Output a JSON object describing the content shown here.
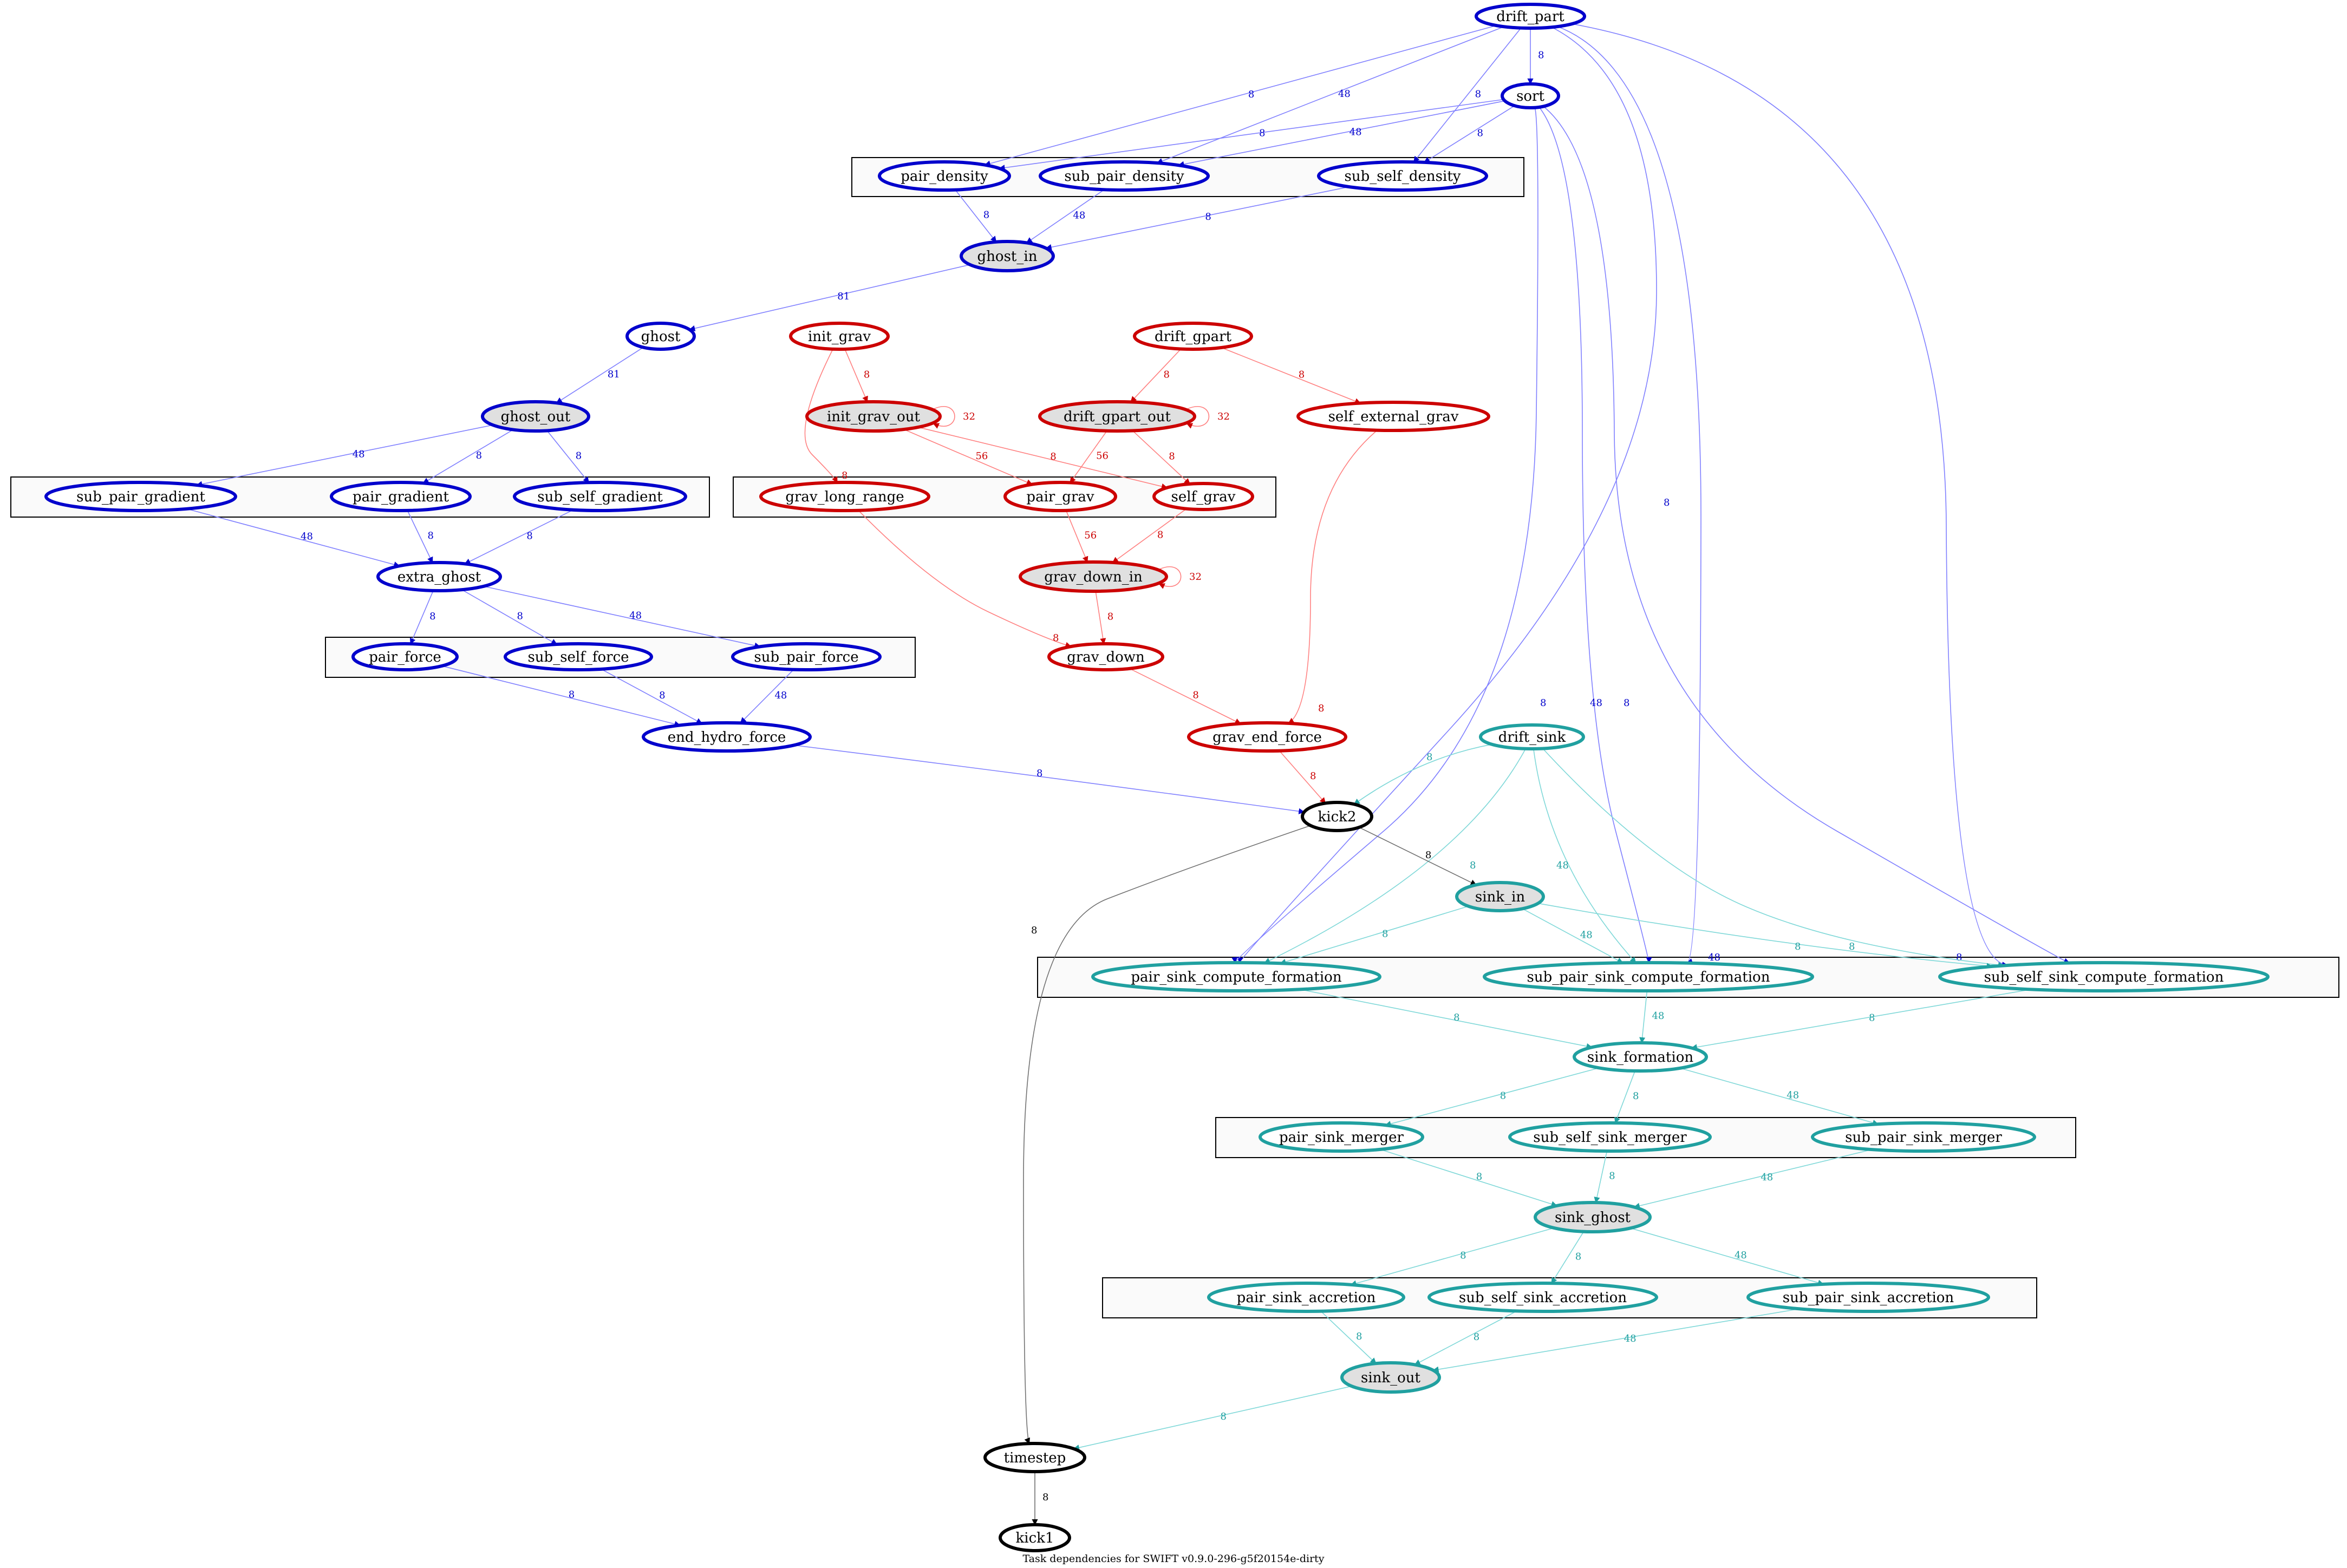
{
  "caption": "Task dependencies for SWIFT v0.9.0-296-g5f20154e-dirty",
  "colors": {
    "hydro": "#0000cc",
    "grav": "#cc0000",
    "sink": "#20a0a0",
    "other": "#000000",
    "hydro_edge": "#8080ff",
    "grav_edge": "#ff8080",
    "sink_edge": "#7fd8d8",
    "other_edge": "#707070",
    "implicit_fill": "#e0e0e0"
  },
  "nodes": [
    {
      "id": "drift_part",
      "label": "drift_part",
      "group": "hydro",
      "implicit": false
    },
    {
      "id": "sort",
      "label": "sort",
      "group": "hydro",
      "implicit": false
    },
    {
      "id": "pair_density",
      "label": "pair_density",
      "group": "hydro",
      "implicit": false
    },
    {
      "id": "sub_pair_density",
      "label": "sub_pair_density",
      "group": "hydro",
      "implicit": false
    },
    {
      "id": "sub_self_density",
      "label": "sub_self_density",
      "group": "hydro",
      "implicit": false
    },
    {
      "id": "ghost_in",
      "label": "ghost_in",
      "group": "hydro",
      "implicit": true
    },
    {
      "id": "ghost",
      "label": "ghost",
      "group": "hydro",
      "implicit": false
    },
    {
      "id": "ghost_out",
      "label": "ghost_out",
      "group": "hydro",
      "implicit": true
    },
    {
      "id": "sub_pair_gradient",
      "label": "sub_pair_gradient",
      "group": "hydro",
      "implicit": false
    },
    {
      "id": "pair_gradient",
      "label": "pair_gradient",
      "group": "hydro",
      "implicit": false
    },
    {
      "id": "sub_self_gradient",
      "label": "sub_self_gradient",
      "group": "hydro",
      "implicit": false
    },
    {
      "id": "extra_ghost",
      "label": "extra_ghost",
      "group": "hydro",
      "implicit": false
    },
    {
      "id": "pair_force",
      "label": "pair_force",
      "group": "hydro",
      "implicit": false
    },
    {
      "id": "sub_self_force",
      "label": "sub_self_force",
      "group": "hydro",
      "implicit": false
    },
    {
      "id": "sub_pair_force",
      "label": "sub_pair_force",
      "group": "hydro",
      "implicit": false
    },
    {
      "id": "end_hydro_force",
      "label": "end_hydro_force",
      "group": "hydro",
      "implicit": false
    },
    {
      "id": "init_grav",
      "label": "init_grav",
      "group": "grav",
      "implicit": false
    },
    {
      "id": "init_grav_out",
      "label": "init_grav_out",
      "group": "grav",
      "implicit": true
    },
    {
      "id": "drift_gpart",
      "label": "drift_gpart",
      "group": "grav",
      "implicit": false
    },
    {
      "id": "drift_gpart_out",
      "label": "drift_gpart_out",
      "group": "grav",
      "implicit": true
    },
    {
      "id": "self_external_grav",
      "label": "self_external_grav",
      "group": "grav",
      "implicit": false
    },
    {
      "id": "grav_long_range",
      "label": "grav_long_range",
      "group": "grav",
      "implicit": false
    },
    {
      "id": "pair_grav",
      "label": "pair_grav",
      "group": "grav",
      "implicit": false
    },
    {
      "id": "self_grav",
      "label": "self_grav",
      "group": "grav",
      "implicit": false
    },
    {
      "id": "grav_down_in",
      "label": "grav_down_in",
      "group": "grav",
      "implicit": true
    },
    {
      "id": "grav_down",
      "label": "grav_down",
      "group": "grav",
      "implicit": false
    },
    {
      "id": "grav_end_force",
      "label": "grav_end_force",
      "group": "grav",
      "implicit": false
    },
    {
      "id": "drift_sink",
      "label": "drift_sink",
      "group": "sink",
      "implicit": false
    },
    {
      "id": "kick2",
      "label": "kick2",
      "group": "other",
      "implicit": false
    },
    {
      "id": "sink_in",
      "label": "sink_in",
      "group": "sink",
      "implicit": true
    },
    {
      "id": "pair_sink_compute_formation",
      "label": "pair_sink_compute_formation",
      "group": "sink",
      "implicit": false
    },
    {
      "id": "sub_pair_sink_compute_formation",
      "label": "sub_pair_sink_compute_formation",
      "group": "sink",
      "implicit": false
    },
    {
      "id": "sub_self_sink_compute_formation",
      "label": "sub_self_sink_compute_formation",
      "group": "sink",
      "implicit": false
    },
    {
      "id": "sink_formation",
      "label": "sink_formation",
      "group": "sink",
      "implicit": false
    },
    {
      "id": "pair_sink_merger",
      "label": "pair_sink_merger",
      "group": "sink",
      "implicit": false
    },
    {
      "id": "sub_self_sink_merger",
      "label": "sub_self_sink_merger",
      "group": "sink",
      "implicit": false
    },
    {
      "id": "sub_pair_sink_merger",
      "label": "sub_pair_sink_merger",
      "group": "sink",
      "implicit": false
    },
    {
      "id": "sink_ghost",
      "label": "sink_ghost",
      "group": "sink",
      "implicit": true
    },
    {
      "id": "pair_sink_accretion",
      "label": "pair_sink_accretion",
      "group": "sink",
      "implicit": false
    },
    {
      "id": "sub_self_sink_accretion",
      "label": "sub_self_sink_accretion",
      "group": "sink",
      "implicit": false
    },
    {
      "id": "sub_pair_sink_accretion",
      "label": "sub_pair_sink_accretion",
      "group": "sink",
      "implicit": false
    },
    {
      "id": "sink_out",
      "label": "sink_out",
      "group": "sink",
      "implicit": true
    },
    {
      "id": "timestep",
      "label": "timestep",
      "group": "other",
      "implicit": false
    },
    {
      "id": "kick1",
      "label": "kick1",
      "group": "other",
      "implicit": false
    }
  ],
  "edges": [
    {
      "from": "drift_part",
      "to": "sort",
      "label": "8",
      "group": "hydro"
    },
    {
      "from": "drift_part",
      "to": "pair_density",
      "label": "8",
      "group": "hydro"
    },
    {
      "from": "drift_part",
      "to": "sub_pair_density",
      "label": "48",
      "group": "hydro"
    },
    {
      "from": "drift_part",
      "to": "sub_self_density",
      "label": "8",
      "group": "hydro"
    },
    {
      "from": "drift_part",
      "to": "pair_sink_compute_formation",
      "label": "8",
      "group": "hydro"
    },
    {
      "from": "drift_part",
      "to": "sub_pair_sink_compute_formation",
      "label": "48",
      "group": "hydro"
    },
    {
      "from": "drift_part",
      "to": "sub_self_sink_compute_formation",
      "label": "8",
      "group": "hydro"
    },
    {
      "from": "sort",
      "to": "pair_density",
      "label": "8",
      "group": "hydro"
    },
    {
      "from": "sort",
      "to": "sub_pair_density",
      "label": "48",
      "group": "hydro"
    },
    {
      "from": "sort",
      "to": "sub_self_density",
      "label": "8",
      "group": "hydro"
    },
    {
      "from": "sort",
      "to": "pair_sink_compute_formation",
      "label": "8",
      "group": "hydro"
    },
    {
      "from": "sort",
      "to": "sub_pair_sink_compute_formation",
      "label": "48",
      "group": "hydro"
    },
    {
      "from": "sort",
      "to": "sub_self_sink_compute_formation",
      "label": "8",
      "group": "hydro"
    },
    {
      "from": "pair_density",
      "to": "ghost_in",
      "label": "8",
      "group": "hydro"
    },
    {
      "from": "sub_pair_density",
      "to": "ghost_in",
      "label": "48",
      "group": "hydro"
    },
    {
      "from": "sub_self_density",
      "to": "ghost_in",
      "label": "8",
      "group": "hydro"
    },
    {
      "from": "ghost_in",
      "to": "ghost",
      "label": "81",
      "group": "hydro"
    },
    {
      "from": "ghost",
      "to": "ghost_out",
      "label": "81",
      "group": "hydro"
    },
    {
      "from": "ghost_out",
      "to": "sub_pair_gradient",
      "label": "48",
      "group": "hydro"
    },
    {
      "from": "ghost_out",
      "to": "pair_gradient",
      "label": "8",
      "group": "hydro"
    },
    {
      "from": "ghost_out",
      "to": "sub_self_gradient",
      "label": "8",
      "group": "hydro"
    },
    {
      "from": "sub_pair_gradient",
      "to": "extra_ghost",
      "label": "48",
      "group": "hydro"
    },
    {
      "from": "pair_gradient",
      "to": "extra_ghost",
      "label": "8",
      "group": "hydro"
    },
    {
      "from": "sub_self_gradient",
      "to": "extra_ghost",
      "label": "8",
      "group": "hydro"
    },
    {
      "from": "extra_ghost",
      "to": "pair_force",
      "label": "8",
      "group": "hydro"
    },
    {
      "from": "extra_ghost",
      "to": "sub_self_force",
      "label": "8",
      "group": "hydro"
    },
    {
      "from": "extra_ghost",
      "to": "sub_pair_force",
      "label": "48",
      "group": "hydro"
    },
    {
      "from": "pair_force",
      "to": "end_hydro_force",
      "label": "8",
      "group": "hydro"
    },
    {
      "from": "sub_self_force",
      "to": "end_hydro_force",
      "label": "8",
      "group": "hydro"
    },
    {
      "from": "sub_pair_force",
      "to": "end_hydro_force",
      "label": "48",
      "group": "hydro"
    },
    {
      "from": "end_hydro_force",
      "to": "kick2",
      "label": "8",
      "group": "hydro"
    },
    {
      "from": "init_grav",
      "to": "init_grav_out",
      "label": "8",
      "group": "grav"
    },
    {
      "from": "init_grav",
      "to": "grav_long_range",
      "label": "8",
      "group": "grav"
    },
    {
      "from": "init_grav_out",
      "to": "init_grav_out",
      "label": "32",
      "group": "grav"
    },
    {
      "from": "init_grav_out",
      "to": "pair_grav",
      "label": "56",
      "group": "grav"
    },
    {
      "from": "init_grav_out",
      "to": "self_grav",
      "label": "8",
      "group": "grav"
    },
    {
      "from": "drift_gpart",
      "to": "drift_gpart_out",
      "label": "8",
      "group": "grav"
    },
    {
      "from": "drift_gpart",
      "to": "self_external_grav",
      "label": "8",
      "group": "grav"
    },
    {
      "from": "drift_gpart_out",
      "to": "drift_gpart_out",
      "label": "32",
      "group": "grav"
    },
    {
      "from": "drift_gpart_out",
      "to": "pair_grav",
      "label": "56",
      "group": "grav"
    },
    {
      "from": "drift_gpart_out",
      "to": "self_grav",
      "label": "8",
      "group": "grav"
    },
    {
      "from": "pair_grav",
      "to": "grav_down_in",
      "label": "56",
      "group": "grav"
    },
    {
      "from": "self_grav",
      "to": "grav_down_in",
      "label": "8",
      "group": "grav"
    },
    {
      "from": "grav_down_in",
      "to": "grav_down_in",
      "label": "32",
      "group": "grav"
    },
    {
      "from": "grav_down_in",
      "to": "grav_down",
      "label": "8",
      "group": "grav"
    },
    {
      "from": "grav_long_range",
      "to": "grav_down",
      "label": "8",
      "group": "grav"
    },
    {
      "from": "grav_down",
      "to": "grav_end_force",
      "label": "8",
      "group": "grav"
    },
    {
      "from": "self_external_grav",
      "to": "grav_end_force",
      "label": "8",
      "group": "grav"
    },
    {
      "from": "grav_end_force",
      "to": "kick2",
      "label": "8",
      "group": "grav"
    },
    {
      "from": "drift_sink",
      "to": "kick2",
      "label": "8",
      "group": "sink"
    },
    {
      "from": "drift_sink",
      "to": "pair_sink_compute_formation",
      "label": "8",
      "group": "sink"
    },
    {
      "from": "drift_sink",
      "to": "sub_pair_sink_compute_formation",
      "label": "48",
      "group": "sink"
    },
    {
      "from": "drift_sink",
      "to": "sub_self_sink_compute_formation",
      "label": "8",
      "group": "sink"
    },
    {
      "from": "kick2",
      "to": "sink_in",
      "label": "8",
      "group": "other"
    },
    {
      "from": "kick2",
      "to": "timestep",
      "label": "8",
      "group": "other"
    },
    {
      "from": "sink_in",
      "to": "pair_sink_compute_formation",
      "label": "8",
      "group": "sink"
    },
    {
      "from": "sink_in",
      "to": "sub_pair_sink_compute_formation",
      "label": "48",
      "group": "sink"
    },
    {
      "from": "sink_in",
      "to": "sub_self_sink_compute_formation",
      "label": "8",
      "group": "sink"
    },
    {
      "from": "pair_sink_compute_formation",
      "to": "sink_formation",
      "label": "8",
      "group": "sink"
    },
    {
      "from": "sub_pair_sink_compute_formation",
      "to": "sink_formation",
      "label": "48",
      "group": "sink"
    },
    {
      "from": "sub_self_sink_compute_formation",
      "to": "sink_formation",
      "label": "8",
      "group": "sink"
    },
    {
      "from": "sink_formation",
      "to": "pair_sink_merger",
      "label": "8",
      "group": "sink"
    },
    {
      "from": "sink_formation",
      "to": "sub_self_sink_merger",
      "label": "8",
      "group": "sink"
    },
    {
      "from": "sink_formation",
      "to": "sub_pair_sink_merger",
      "label": "48",
      "group": "sink"
    },
    {
      "from": "pair_sink_merger",
      "to": "sink_ghost",
      "label": "8",
      "group": "sink"
    },
    {
      "from": "sub_self_sink_merger",
      "to": "sink_ghost",
      "label": "8",
      "group": "sink"
    },
    {
      "from": "sub_pair_sink_merger",
      "to": "sink_ghost",
      "label": "48",
      "group": "sink"
    },
    {
      "from": "sink_ghost",
      "to": "pair_sink_accretion",
      "label": "8",
      "group": "sink"
    },
    {
      "from": "sink_ghost",
      "to": "sub_self_sink_accretion",
      "label": "8",
      "group": "sink"
    },
    {
      "from": "sink_ghost",
      "to": "sub_pair_sink_accretion",
      "label": "48",
      "group": "sink"
    },
    {
      "from": "pair_sink_accretion",
      "to": "sink_out",
      "label": "8",
      "group": "sink"
    },
    {
      "from": "sub_self_sink_accretion",
      "to": "sink_out",
      "label": "8",
      "group": "sink"
    },
    {
      "from": "sub_pair_sink_accretion",
      "to": "sink_out",
      "label": "48",
      "group": "sink"
    },
    {
      "from": "sink_out",
      "to": "timestep",
      "label": "8",
      "group": "sink"
    },
    {
      "from": "timestep",
      "to": "kick1",
      "label": "8",
      "group": "other"
    }
  ]
}
